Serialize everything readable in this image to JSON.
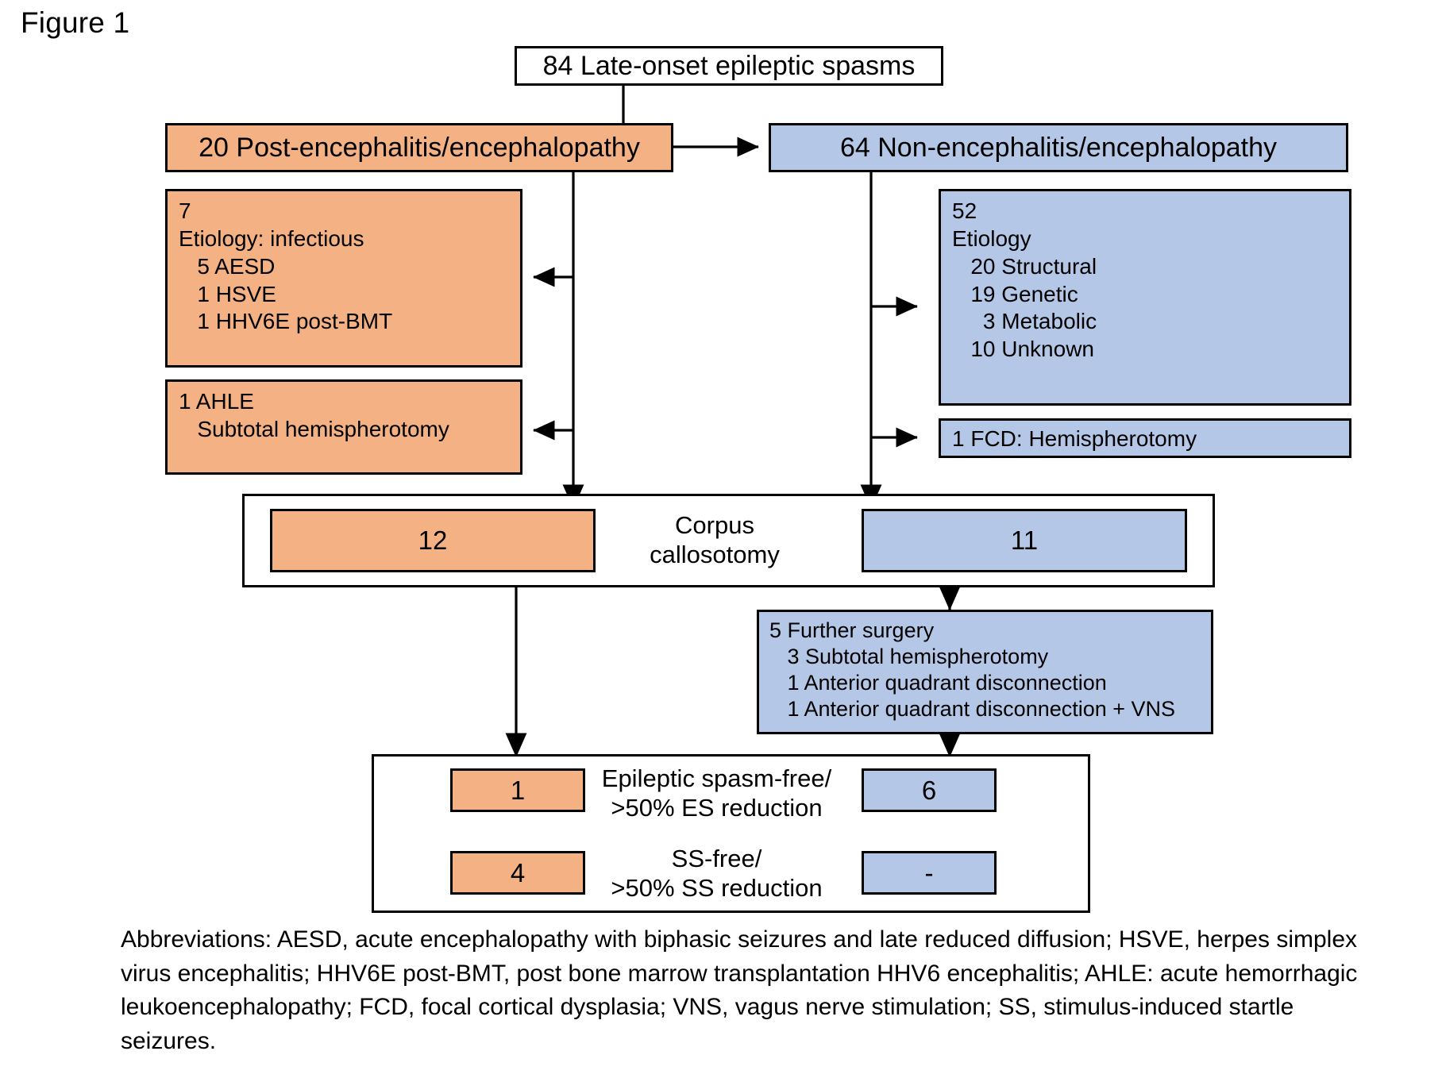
{
  "figure": {
    "title": "Figure 1"
  },
  "nodes": {
    "root": {
      "label": "84 Late-onset epileptic spasms"
    },
    "left_header": {
      "label": "20 Post-encephalitis/encephalopathy"
    },
    "right_header": {
      "label": "64 Non-encephalitis/encephalopathy"
    },
    "left_etiology": {
      "lines": "7\nEtiology: infectious\n   5 AESD\n   1 HSVE\n   1 HHV6E post-BMT"
    },
    "left_ahle": {
      "lines": "1 AHLE\n   Subtotal hemispherotomy"
    },
    "right_etiology": {
      "lines": "52\nEtiology\n   20 Structural\n   19 Genetic\n     3 Metabolic\n   10 Unknown"
    },
    "right_fcd": {
      "label": "1 FCD: Hemispherotomy"
    },
    "callosotomy": {
      "label": "Corpus\ncallosotomy",
      "left_count": "12",
      "right_count": "11"
    },
    "further_surgery": {
      "lines": "5 Further surgery\n   3 Subtotal hemispherotomy\n   1 Anterior quadrant disconnection\n   1 Anterior quadrant disconnection + VNS"
    },
    "outcomes": {
      "rows": [
        {
          "label": "Epileptic spasm-free/\n>50% ES reduction",
          "left": "1",
          "right": "6"
        },
        {
          "label": "SS-free/\n>50% SS reduction",
          "left": "4",
          "right": "-"
        }
      ]
    }
  },
  "abbreviations": {
    "text": "Abbreviations: AESD, acute encephalopathy with biphasic seizures and late reduced diffusion; HSVE, herpes simplex virus encephalitis; HHV6E post-BMT, post bone marrow transplantation HHV6 encephalitis; AHLE: acute hemorrhagic leukoencephalopathy; FCD, focal cortical dysplasia; VNS, vagus nerve stimulation; SS, stimulus-induced startle seizures."
  },
  "colors": {
    "orange": "#F4B183",
    "blue": "#B4C7E7",
    "stroke": "#000000",
    "background": "#FFFFFF"
  }
}
